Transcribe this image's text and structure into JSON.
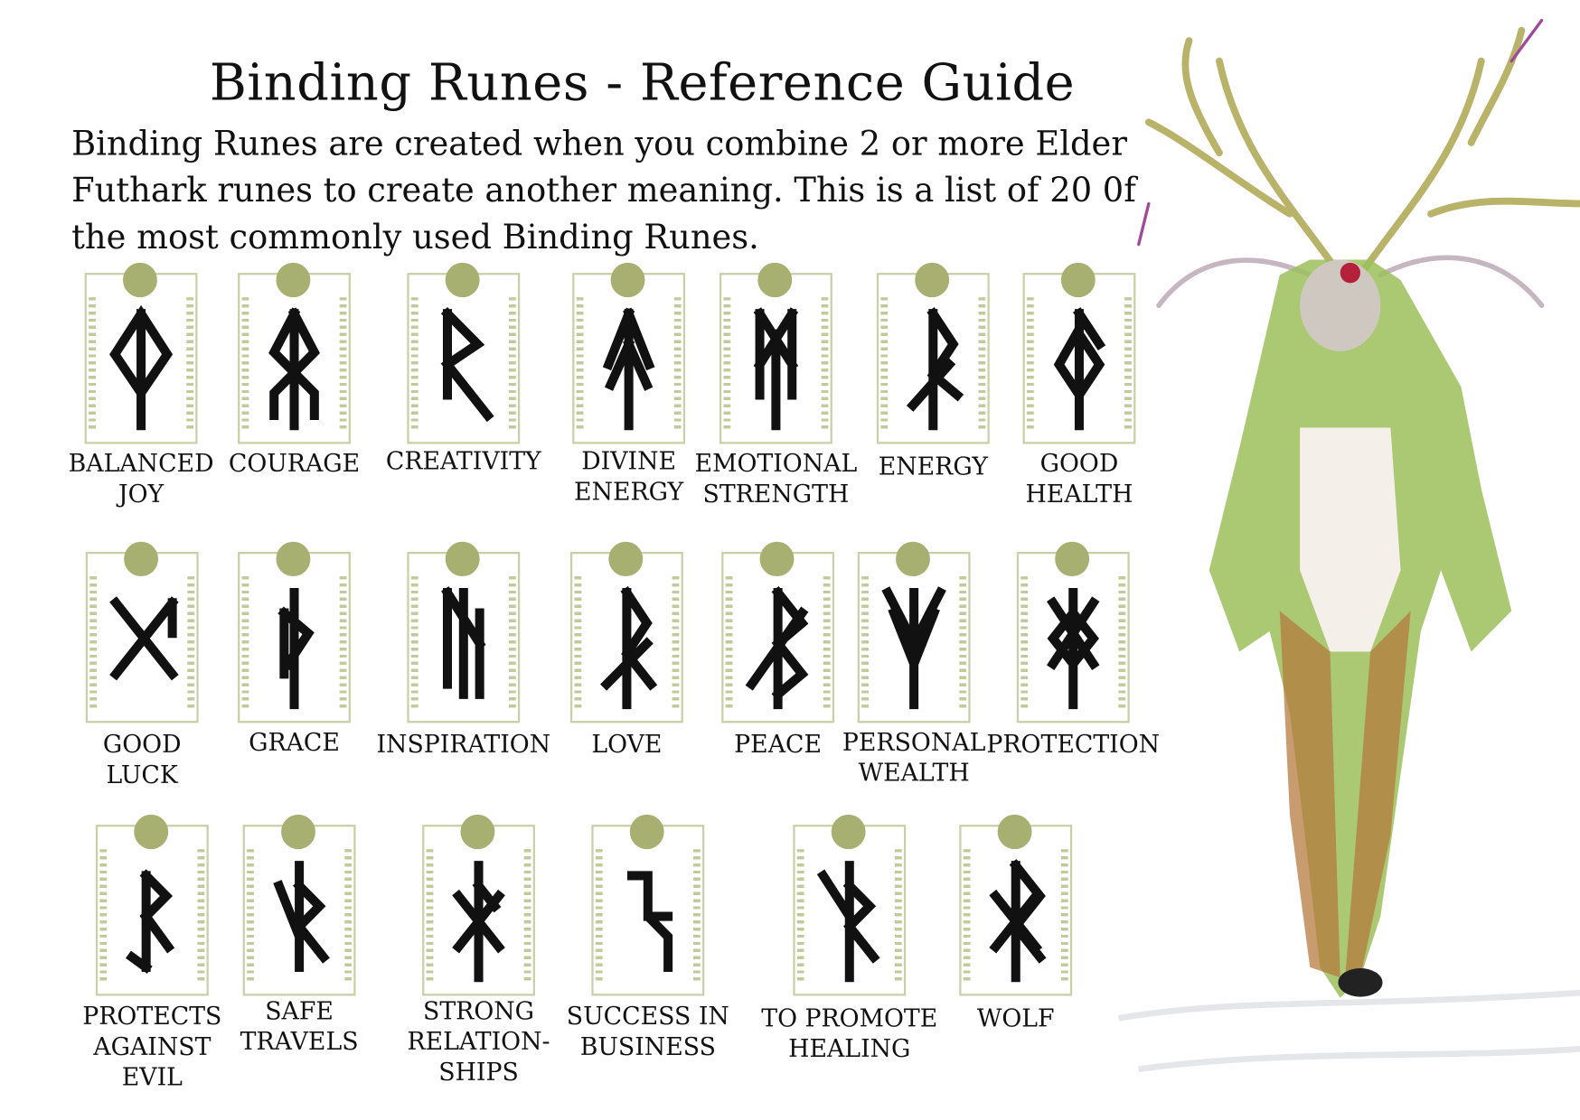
{
  "title": "Binding Runes - Reference Guide",
  "intro": [
    "Binding Runes are created when you combine 2 or more Elder",
    "Futhark runes to create another meaning. This is a list of  20 0f",
    "the most commonly used Binding Runes."
  ],
  "runes": [
    {
      "label": [
        "BALANCED",
        "JOY"
      ]
    },
    {
      "label": [
        "COURAGE"
      ]
    },
    {
      "label": [
        "CREATIVITY"
      ]
    },
    {
      "label": [
        "DIVINE",
        "ENERGY"
      ]
    },
    {
      "label": [
        "EMOTIONAL",
        "STRENGTH"
      ]
    },
    {
      "label": [
        "ENERGY"
      ]
    },
    {
      "label": [
        "GOOD",
        "HEALTH"
      ]
    },
    {
      "label": [
        "GOOD",
        "LUCK"
      ]
    },
    {
      "label": [
        "GRACE"
      ]
    },
    {
      "label": [
        "INSPIRATION"
      ]
    },
    {
      "label": [
        "LOVE"
      ]
    },
    {
      "label": [
        "PEACE"
      ]
    },
    {
      "label": [
        "PERSONAL",
        "WEALTH"
      ]
    },
    {
      "label": [
        "PROTECTION"
      ]
    },
    {
      "label": [
        "PROTECTS",
        "AGAINST",
        "EVIL"
      ]
    },
    {
      "label": [
        "SAFE",
        "TRAVELS"
      ]
    },
    {
      "label": [
        "STRONG",
        "RELATION-",
        "SHIPS"
      ]
    },
    {
      "label": [
        "SUCCESS IN",
        "BUSINESS"
      ]
    },
    {
      "label": [
        "TO PROMOTE",
        "HEALING"
      ]
    },
    {
      "label": [
        "WOLF"
      ]
    }
  ],
  "colors": {
    "frame": "#c9cfa6",
    "medal": "#a8b071",
    "ink": "#111111"
  }
}
